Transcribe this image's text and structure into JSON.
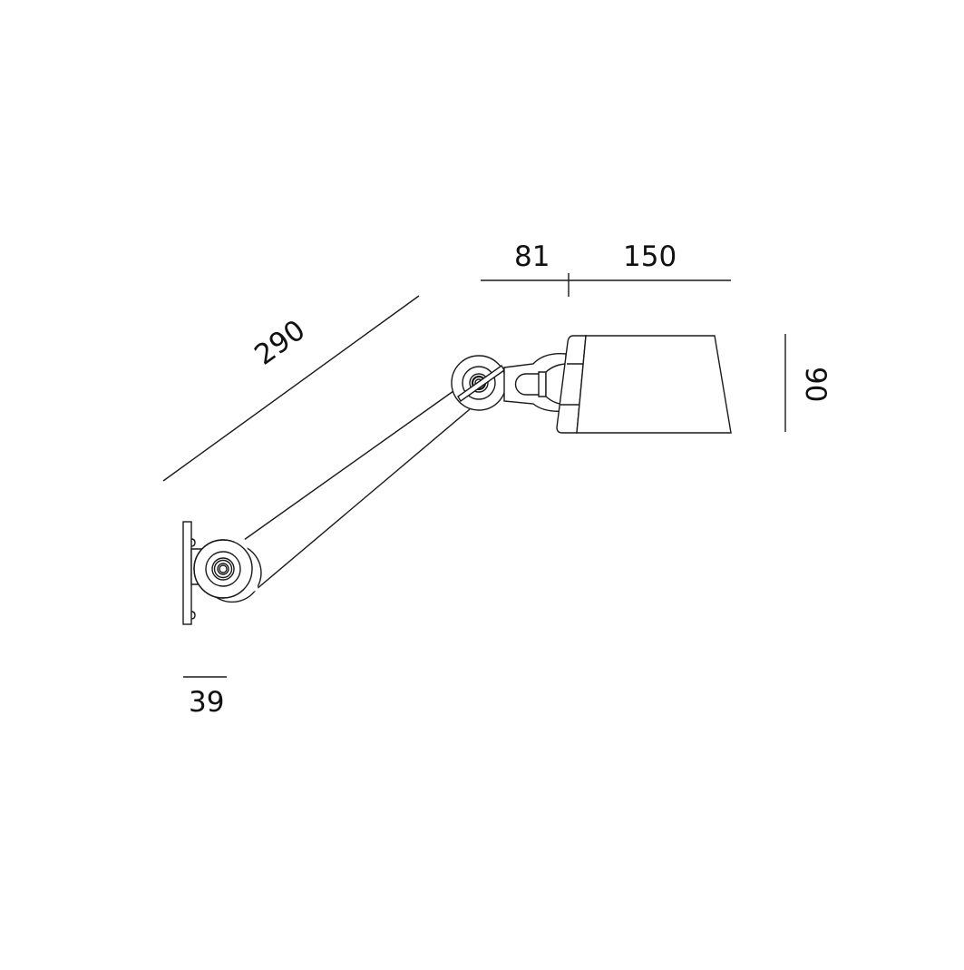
{
  "drawing": {
    "subject": "wall lamp with articulated arm – side view",
    "line_color": "#1a1a1a",
    "background": "#ffffff"
  },
  "dimensions": {
    "arm_length": "290",
    "head_offset": "81",
    "shade_length": "150",
    "shade_height": "90",
    "wall_plate_depth": "39"
  }
}
